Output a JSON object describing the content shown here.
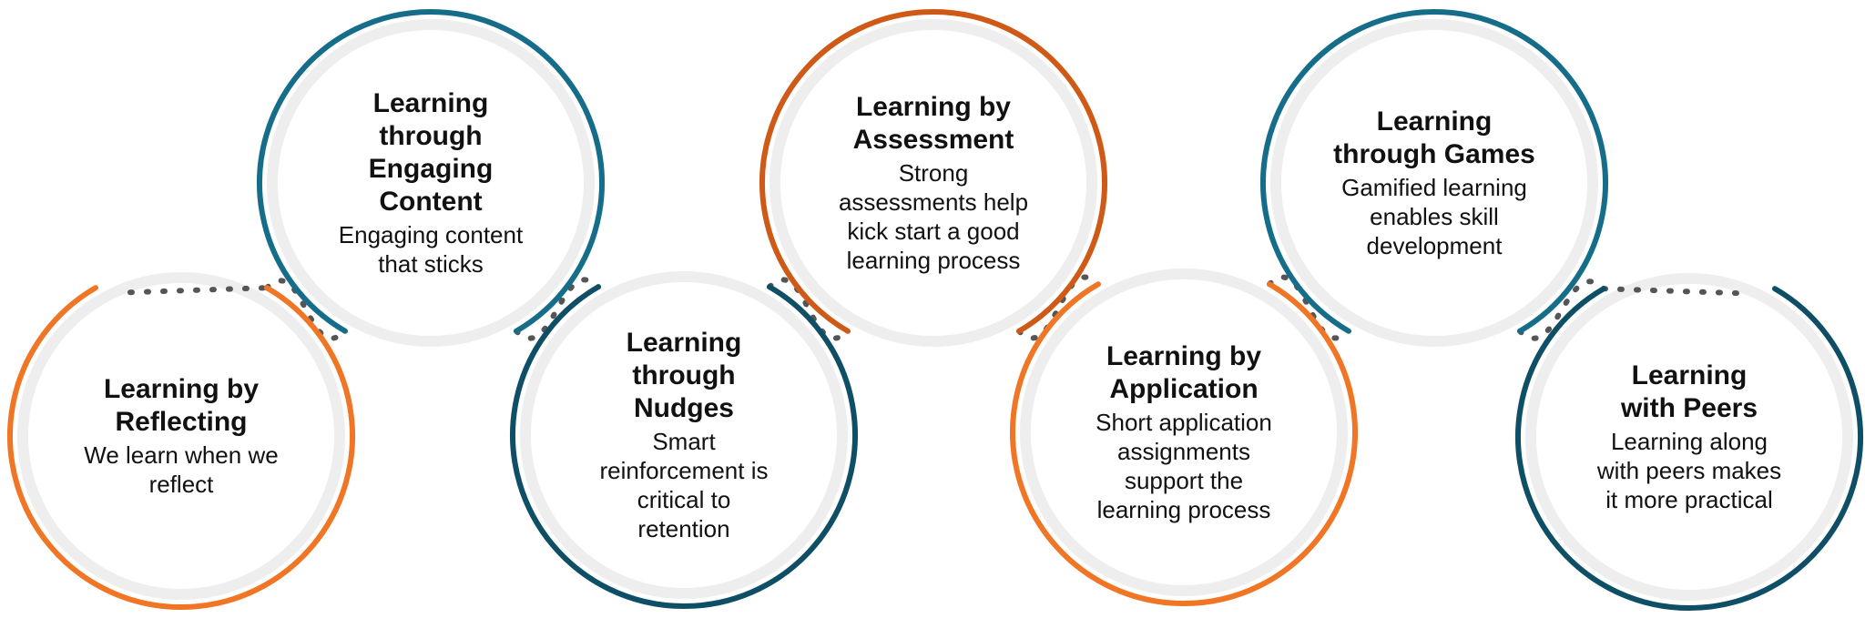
{
  "colors": {
    "orange": "#f07524",
    "teal": "#156d89",
    "dark-orange": "#cf5a17",
    "dark-teal": "#0e4f66",
    "connector": "#555555"
  },
  "circles": [
    {
      "title": "Learning by Reflecting",
      "title_lines": [
        "Learning by",
        "Reflecting"
      ],
      "description": "We learn when we reflect",
      "desc_lines": [
        "We learn when we",
        "reflect"
      ],
      "color": "orange"
    },
    {
      "title": "Learning through Engaging Content",
      "title_lines": [
        "Learning",
        "through",
        "Engaging",
        "Content"
      ],
      "description": "Engaging content that sticks",
      "desc_lines": [
        "Engaging content",
        "that sticks"
      ],
      "color": "teal"
    },
    {
      "title": "Learning through Nudges",
      "title_lines": [
        "Learning",
        "through",
        "Nudges"
      ],
      "description": "Smart reinforcement is critical to retention",
      "desc_lines": [
        "Smart",
        "reinforcement is",
        "critical to",
        "retention"
      ],
      "color": "dark-teal"
    },
    {
      "title": "Learning by Assessment",
      "title_lines": [
        "Learning by",
        "Assessment"
      ],
      "description": "Strong assessments help kick start a good learning process",
      "desc_lines": [
        "Strong",
        "assessments help",
        "kick start a good",
        "learning process"
      ],
      "color": "dark-orange"
    },
    {
      "title": "Learning by Application",
      "title_lines": [
        "Learning by",
        "Application"
      ],
      "description": "Short application assignments support the learning process",
      "desc_lines": [
        "Short application",
        "assignments",
        "support the",
        "learning process"
      ],
      "color": "orange"
    },
    {
      "title": "Learning through Games",
      "title_lines": [
        "Learning",
        "through Games"
      ],
      "description": "Gamified learning enables skill development",
      "desc_lines": [
        "Gamified learning",
        "enables skill",
        "development"
      ],
      "color": "teal"
    },
    {
      "title": "Learning with Peers",
      "title_lines": [
        "Learning",
        "with Peers"
      ],
      "description": "Learning along with peers makes it more practical",
      "desc_lines": [
        "Learning along",
        "with peers makes",
        "it more practical"
      ],
      "color": "dark-teal"
    }
  ]
}
